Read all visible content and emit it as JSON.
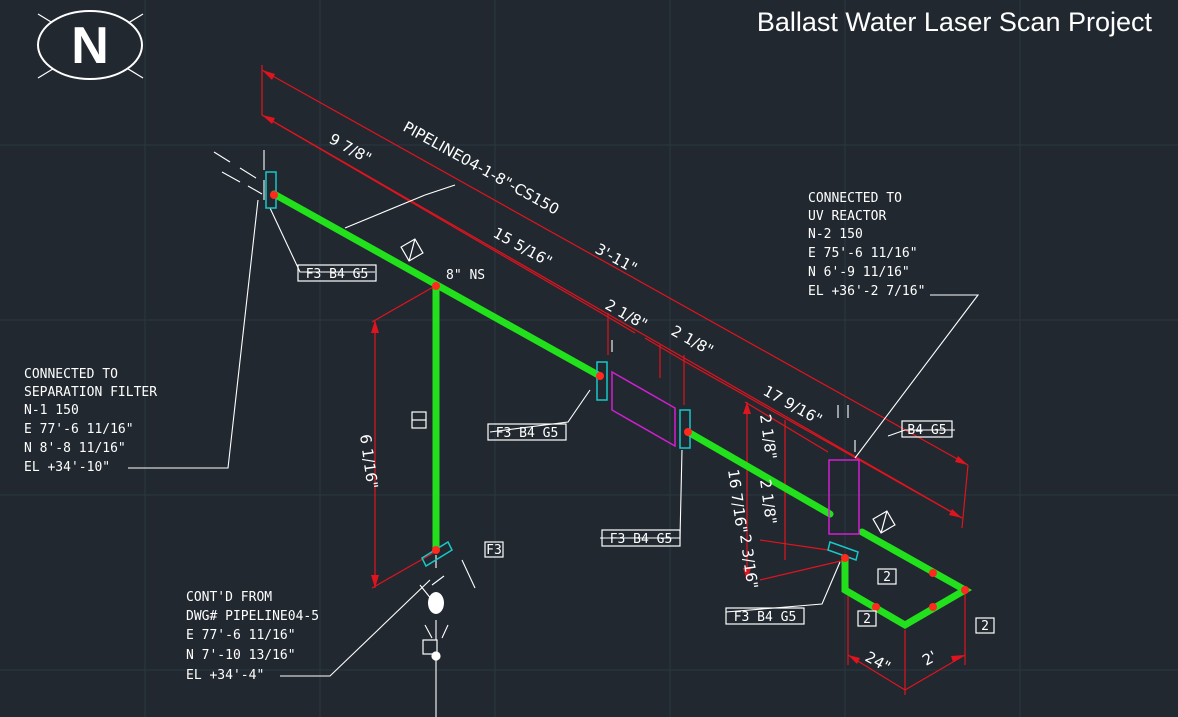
{
  "title": "Ballast Water Laser Scan Project",
  "north_arrow_letter": "N",
  "colors": {
    "background": "#212830",
    "grid": "#2e3a45",
    "pipe": "#22e01b",
    "dimension": "#e0141e",
    "flange": "#19c7c7",
    "component": "#d21fd2",
    "text": "#ffffff",
    "weld": "#ff2a1e"
  },
  "pipeline_label": "PIPELINE04-1-8\"-CS150",
  "ns_label": "8\" NS",
  "dimensions": {
    "d1": "9 7/8\"",
    "d2": "15 5/16\"",
    "d3": "3'-11\"",
    "d4": "2 1/8\"",
    "d5": "2 1/8\"",
    "d6": "17 9/16\"",
    "d7": "6 1/16\"",
    "d8": "2 1/8\"",
    "d9": "2 1/8\"",
    "d10": "16 7/16\"",
    "d11": "2 3/16\"",
    "d12": "24\"",
    "d13": "2'"
  },
  "tags": {
    "f3b4g5": "F3 B4 G5",
    "b4g5": "B4 G5",
    "f3": "F3",
    "n2": "2"
  },
  "notes": {
    "uv_reactor": [
      "CONNECTED TO",
      "UV REACTOR",
      "N-2 150",
      "E 75'-6 11/16\"",
      "N 6'-9 11/16\"",
      "EL +36'-2 7/16\""
    ],
    "separation_filter": [
      "CONNECTED TO",
      "SEPARATION FILTER",
      "N-1 150",
      "E 77'-6 11/16\"",
      "N 8'-8 11/16\"",
      "EL +34'-10\""
    ],
    "contd_from": [
      "CONT'D FROM",
      "DWG# PIPELINE04-5",
      "E 77'-6 11/16\"",
      "N 7'-10 13/16\"",
      "EL +34'-4\""
    ]
  }
}
